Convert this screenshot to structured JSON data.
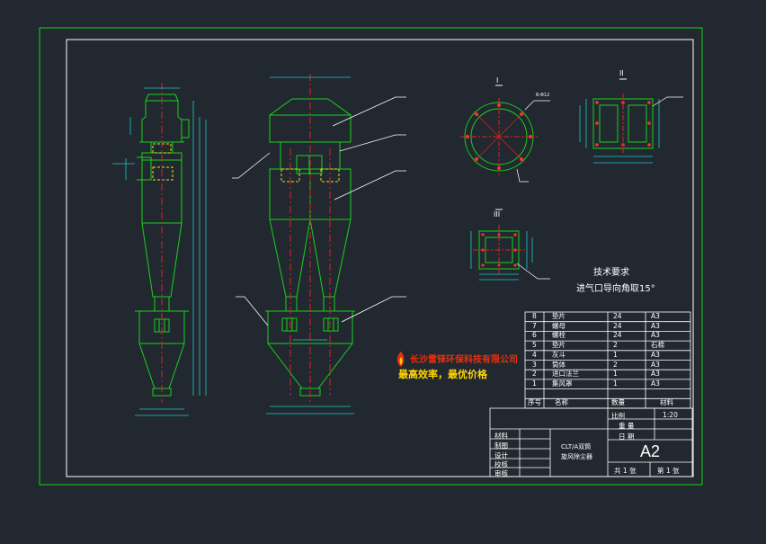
{
  "colors": {
    "background": "#212830",
    "outer_frame": "#19d219",
    "inner_frame": "#ffffff",
    "outline": "#19d219",
    "centerline": "#e02020",
    "hidden_line": "#e8e020",
    "dimension": "#20c8c8",
    "annotation": "#ffffff",
    "bolt_holes": "#ff3030",
    "company_red": "#e83010",
    "slogan_yellow": "#ffd400"
  },
  "views": {
    "section_I_label": "I",
    "section_II_label": "II",
    "section_III_label": "III",
    "bolt_hole_note": "8-Φ12"
  },
  "technical_requirements": {
    "title": "技术要求",
    "line1": "进气口导向角取15°"
  },
  "watermark": {
    "company_name": "长沙雷铎环保科技有限公司",
    "slogan": "最高效率，最优价格"
  },
  "bill_of_materials": {
    "header": {
      "no": "序号",
      "name": "名称",
      "qty": "数量",
      "material": "材料"
    },
    "rows": [
      {
        "no": "8",
        "name": "垫片",
        "qty": "24",
        "material": "A3"
      },
      {
        "no": "7",
        "name": "螺母",
        "qty": "24",
        "material": "A3"
      },
      {
        "no": "6",
        "name": "螺栓",
        "qty": "24",
        "material": "A3"
      },
      {
        "no": "5",
        "name": "垫片",
        "qty": "2",
        "material": "石棉"
      },
      {
        "no": "4",
        "name": "灰斗",
        "qty": "1",
        "material": "A3"
      },
      {
        "no": "3",
        "name": "筒体",
        "qty": "2",
        "material": "A3"
      },
      {
        "no": "2",
        "name": "进口法兰",
        "qty": "1",
        "material": "A3"
      },
      {
        "no": "1",
        "name": "集风罩",
        "qty": "1",
        "material": "A3"
      }
    ]
  },
  "title_block": {
    "scale_label": "比例",
    "scale_value": "1:20",
    "weight_label": "重 量",
    "date_label": "日 期",
    "material_label": "材料",
    "drawn_label": "制图",
    "design_label": "设计",
    "check_label": "校核",
    "approve_label": "审核",
    "drawing_name_line1": "CLT/A双筒",
    "drawing_name_line2": "旋风除尘器",
    "sheet_size": "A2",
    "sheets_total": "共 1 张",
    "sheet_number": "第 1 张"
  }
}
